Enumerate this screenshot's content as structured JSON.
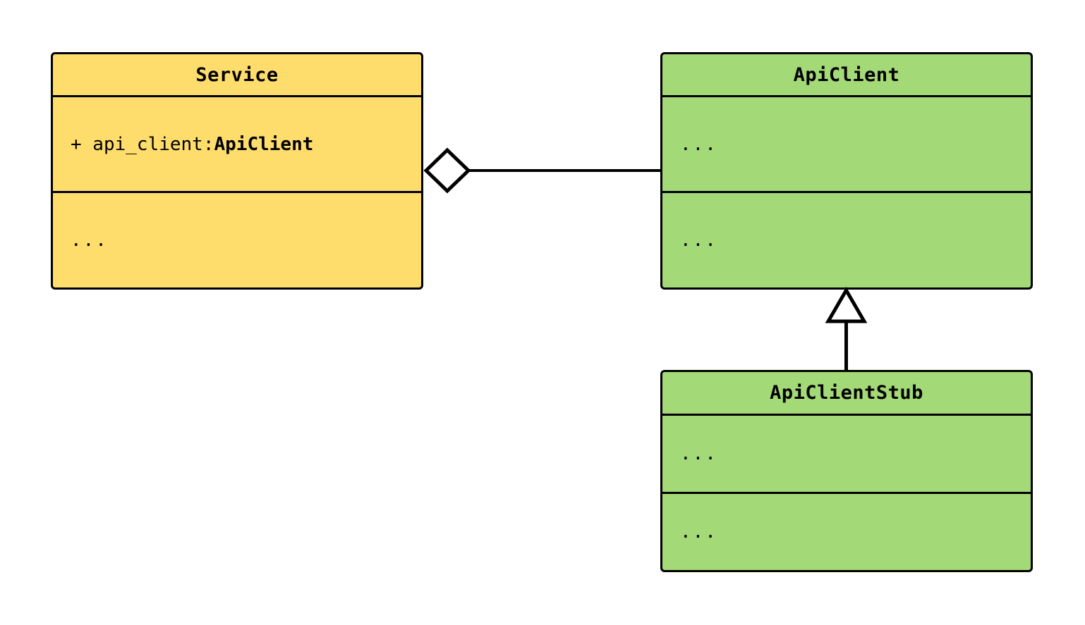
{
  "diagram": {
    "type": "uml-class-diagram",
    "background_color": "#ffffff",
    "stroke_color": "#000000"
  },
  "classes": [
    {
      "id": "service",
      "name": "Service",
      "fill_color": "#ffdd6c",
      "attributes": {
        "visibility": "+",
        "prefix": "+ api_client: ",
        "type_name": "ApiClient",
        "full_text": "+ api_client: ApiClient"
      },
      "methods": {
        "text": "..."
      }
    },
    {
      "id": "apiclient",
      "name": "ApiClient",
      "fill_color": "#a4d977",
      "attributes": {
        "text": "..."
      },
      "methods": {
        "text": "..."
      }
    },
    {
      "id": "apiclientstub",
      "name": "ApiClientStub",
      "fill_color": "#a4d977",
      "attributes": {
        "text": "..."
      },
      "methods": {
        "text": "..."
      }
    }
  ],
  "relationships": [
    {
      "id": "service-aggregates-apiclient",
      "kind": "aggregation",
      "marker": "hollow-diamond",
      "from": "Service",
      "to": "ApiClient",
      "label": ""
    },
    {
      "id": "apiclientstub-inherits-apiclient",
      "kind": "generalization",
      "marker": "hollow-triangle",
      "from": "ApiClientStub",
      "to": "ApiClient",
      "label": ""
    }
  ]
}
